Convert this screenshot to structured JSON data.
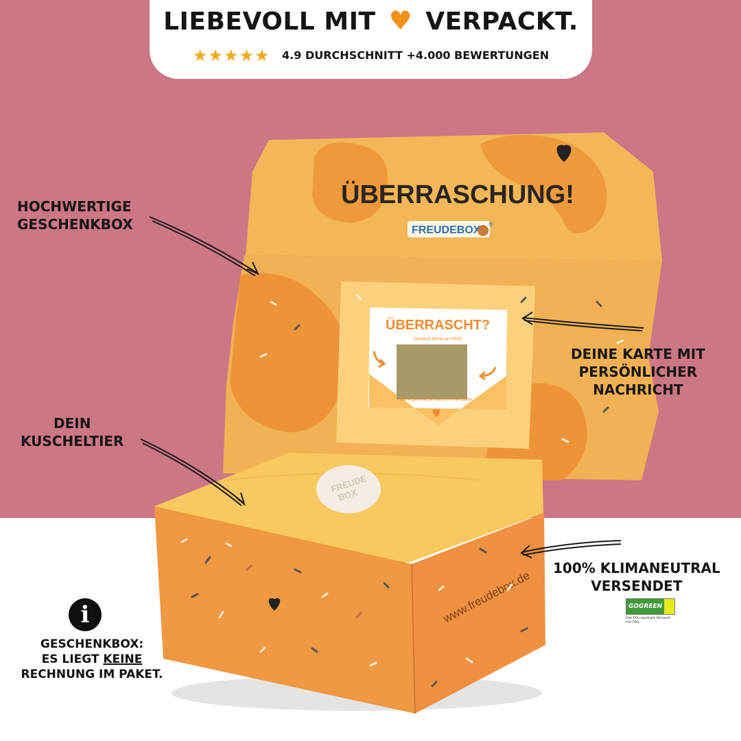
{
  "header": {
    "headline_left": "LIEBEVOLL MIT",
    "headline_right": "VERPACKT.",
    "heart_glyph": "♥",
    "stars_glyph": "★★★★★",
    "rating_text": "4.9 DURCHSCHNITT +4.000 BEWERTUNGEN"
  },
  "callouts": {
    "box_line1": "HOCHWERTIGE",
    "box_line2": "GESCHENKBOX",
    "card_line1": "DEINE KARTE MIT",
    "card_line2": "PERSÖNLICHER",
    "card_line3": "NACHRICHT",
    "toy_line1": "DEIN",
    "toy_line2": "KUSCHELTIER",
    "climate_line1": "100% KLIMANEUTRAL",
    "climate_line2": "VERSENDET"
  },
  "info": {
    "icon": "i",
    "line1": "GESCHENKBOX:",
    "line2_pre": "ES LIEGT",
    "line2_underlined": "KEINE",
    "line3": "RECHNUNG IM PAKET."
  },
  "box": {
    "lid_text": "ÜBERRASCHUNG!",
    "brand": "FREUDEBOX",
    "brand_mark": "®",
    "card_title": "ÜBERRASCHT?",
    "card_subtitle": "Jemand denkt an Dich!",
    "card_footer": "Deine persönliche Nachricht freirubbeln",
    "sticker_line1": "FREUDE",
    "sticker_line2": "BOX",
    "side_url": "www.freudebox.de"
  },
  "gogreen": {
    "logo": "GOGREEN",
    "caption": "Der CO₂-neutrale Versand mit DHL"
  },
  "colors": {
    "background_top": "#cc7785",
    "accent_orange": "#f39019",
    "star_color": "#f4a81d",
    "box_orange": "#f1913a"
  }
}
